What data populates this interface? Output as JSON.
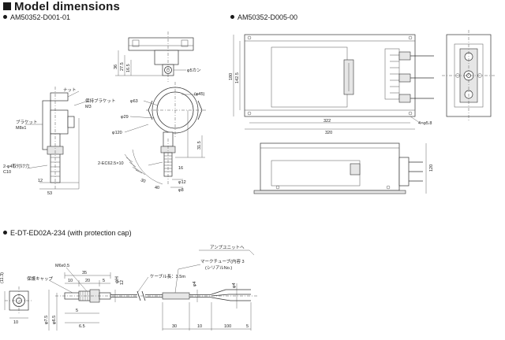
{
  "title": "Model dimensions",
  "captions": {
    "d001": "AM50352-D001-01",
    "d005": "AM50352-D005-00",
    "edt": "E-DT-ED02A-234 (with protection cap)"
  },
  "d001_labels": {
    "nut": "ナット",
    "holder": "保持ブラケット",
    "bracket": "ブラケット",
    "m8": "M8x1",
    "m3": "M3",
    "screw_hole": "2-φ4取付け穴",
    "c10": "C10",
    "chamfer": "2-EC62.5×10",
    "d53": "53",
    "d12": "12",
    "d16": "16",
    "d40": "40",
    "d36": "36",
    "d275": "27.5",
    "d165": "16.5",
    "d5": "φ5カン",
    "d63": "φ63",
    "d45": "(φ45)",
    "r29": "φ29",
    "d315": "31.5",
    "d30": "30",
    "d12b": "φ12",
    "d8": "φ8",
    "d120": "φ120"
  },
  "d005_labels": {
    "w_outer": "320",
    "w_inner": "322",
    "h_outer": "180",
    "h_inner": "142.5",
    "side_h": "120",
    "hole": "4×φ5.8"
  },
  "edt_labels": {
    "amp_unit": "アンプユニットへ",
    "mark_tube": "マークチューブ(内容 3",
    "serial": "(シリアルNo.)",
    "cable_len": "ケーブル長：3.5m",
    "protect_cap": "保護キャップ",
    "m6": "M6x0.5",
    "d35": "35",
    "d10a": "10",
    "d20": "20",
    "d5a": "5",
    "d113": "(11.3)",
    "d12": "12",
    "d4": "φ4",
    "d30": "30",
    "d10b": "10",
    "d100": "100",
    "d5b": "5",
    "d75": "φ7.5",
    "d65": "φ6.5",
    "d65b": "6.5",
    "d10c": "10",
    "phi_h": "φH",
    "phi_d": "φ4"
  }
}
